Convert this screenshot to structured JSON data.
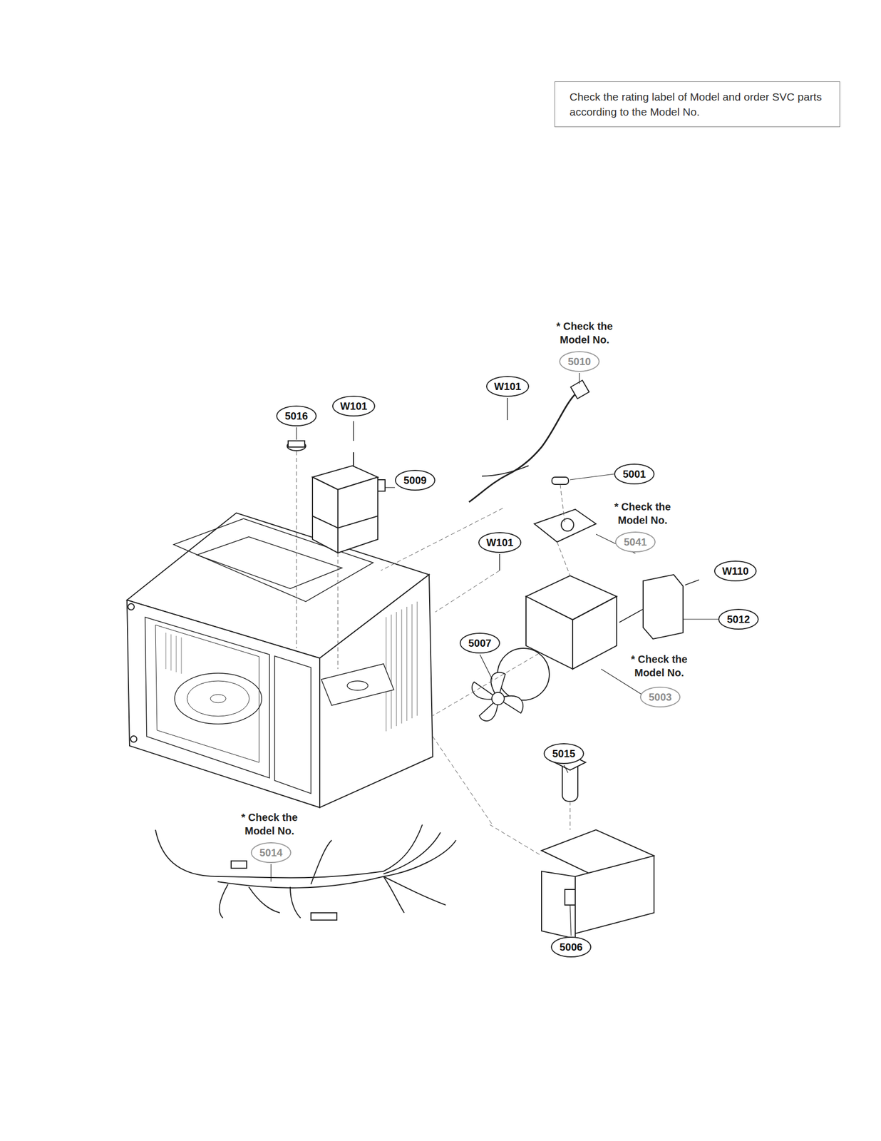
{
  "diagram": {
    "nodes": [
      {
        "text": [
          "Check the rating label of Model and order SVC parts according to the Model No."
        ]
      },
      {
        "text": [
          "5010"
        ]
      },
      {
        "text": [
          "W101"
        ]
      },
      {
        "text": [
          "5016"
        ]
      },
      {
        "text": [
          "W101"
        ]
      },
      {
        "text": [
          "5001"
        ]
      },
      {
        "text": [
          "5009"
        ]
      },
      {
        "text": [
          "5041"
        ]
      },
      {
        "text": [
          "W101"
        ]
      },
      {
        "text": [
          "W110"
        ]
      },
      {
        "text": [
          "5012"
        ]
      },
      {
        "text": [
          "5007"
        ]
      },
      {
        "text": [
          "5003"
        ]
      },
      {
        "text": [
          "5015"
        ]
      },
      {
        "text": [
          "5014"
        ]
      },
      {
        "text": [
          "5006"
        ]
      }
    ],
    "labels": [
      "* Check the Model No.",
      "* Check the Model No.",
      "* Check the Model No.",
      "* Check the Model No."
    ]
  }
}
